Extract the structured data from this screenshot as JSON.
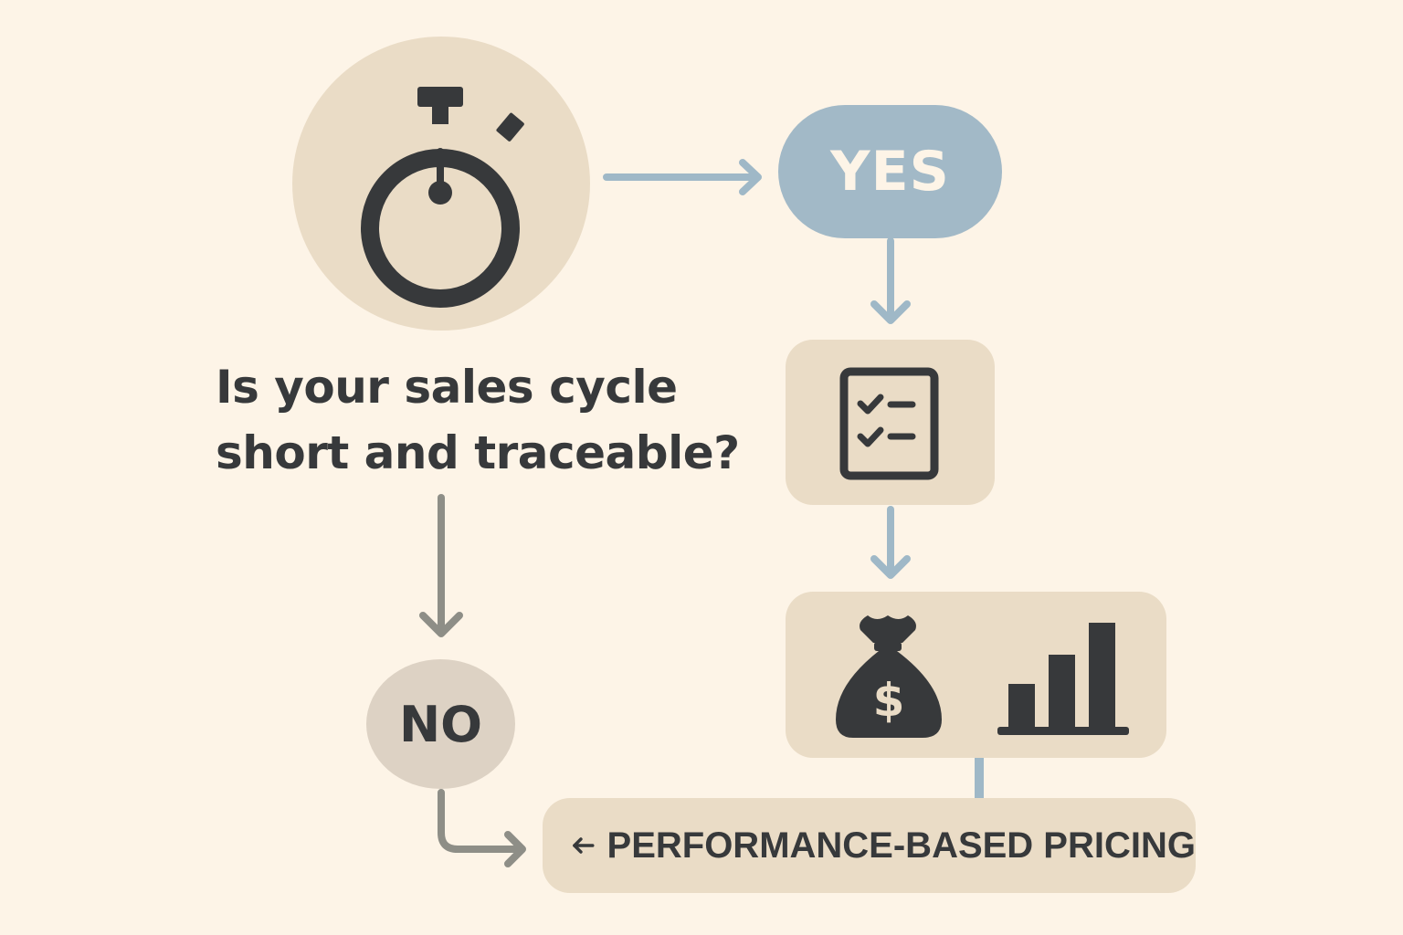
{
  "question": {
    "line1": "Is your sales cycle",
    "line2": "short and traceable?"
  },
  "yes_label": "YES",
  "no_label": "NO",
  "result_label": "PERFORMANCE-BASED PRICING",
  "icons": {
    "timer": "stopwatch-icon",
    "checklist": "checklist-icon",
    "money": "money-bag-icon",
    "chart": "bar-chart-icon",
    "pricing_arrow": "left-arrow-icon"
  },
  "colors": {
    "background": "#fdf4e7",
    "beige_box": "#eadcc6",
    "yes_blue": "#a2b9c7",
    "yes_connector": "#9fb8c7",
    "no_gray": "#ddd2c4",
    "no_connector": "#8e8e87",
    "dark_icon": "#37393b"
  }
}
